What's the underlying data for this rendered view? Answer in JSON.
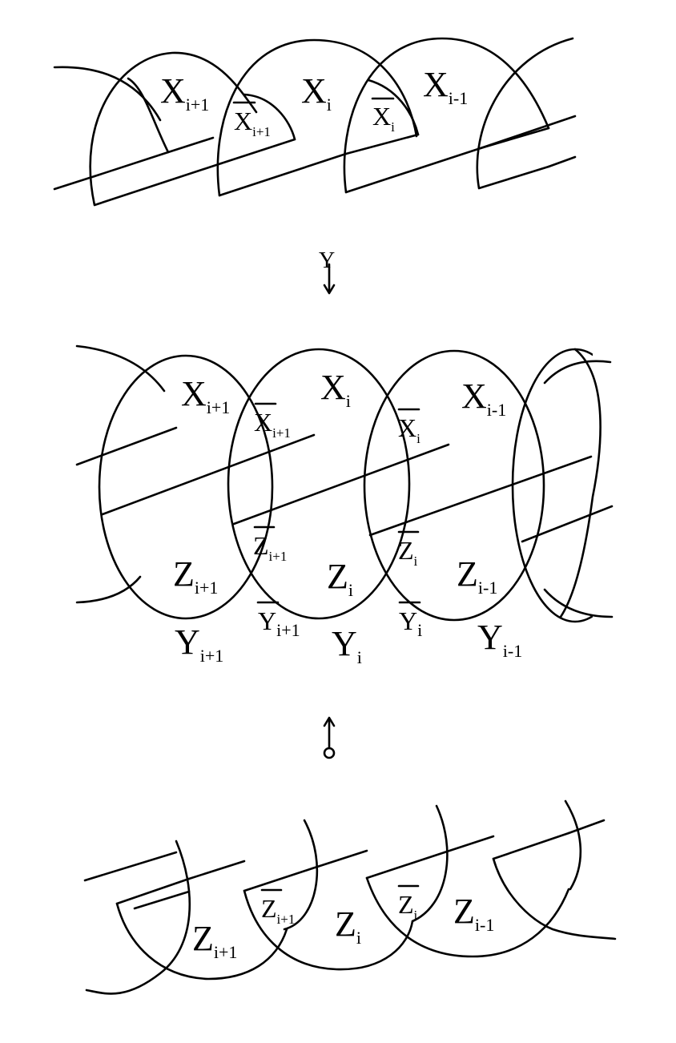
{
  "top": {
    "labels": [
      {
        "base": "X",
        "sub": "i+1",
        "bar": false
      },
      {
        "base": "X",
        "sub": "i+1",
        "bar": true
      },
      {
        "base": "X",
        "sub": "i",
        "bar": false
      },
      {
        "base": "X",
        "sub": "i",
        "bar": true
      },
      {
        "base": "X",
        "sub": "i-1",
        "bar": false
      }
    ]
  },
  "arrow_down": {
    "label": "Y"
  },
  "middle": {
    "labels": [
      {
        "base": "X",
        "sub": "i+1",
        "bar": false
      },
      {
        "base": "X",
        "sub": "i+1",
        "bar": true
      },
      {
        "base": "X",
        "sub": "i",
        "bar": false
      },
      {
        "base": "X",
        "sub": "i",
        "bar": true
      },
      {
        "base": "X",
        "sub": "i-1",
        "bar": false
      },
      {
        "base": "Z",
        "sub": "i+1",
        "bar": true
      },
      {
        "base": "Z",
        "sub": "i",
        "bar": true
      },
      {
        "base": "Z",
        "sub": "i+1",
        "bar": false
      },
      {
        "base": "Z",
        "sub": "i",
        "bar": false
      },
      {
        "base": "Z",
        "sub": "i-1",
        "bar": false
      },
      {
        "base": "Y",
        "sub": "i+1",
        "bar": true
      },
      {
        "base": "Y",
        "sub": "i",
        "bar": true
      },
      {
        "base": "Y",
        "sub": "i+1",
        "bar": false
      },
      {
        "base": "Y",
        "sub": "i",
        "bar": false
      },
      {
        "base": "Y",
        "sub": "i-1",
        "bar": false
      }
    ]
  },
  "bottom": {
    "labels": [
      {
        "base": "Z",
        "sub": "i+1",
        "bar": true
      },
      {
        "base": "Z",
        "sub": "i",
        "bar": true
      },
      {
        "base": "Z",
        "sub": "i+1",
        "bar": false
      },
      {
        "base": "Z",
        "sub": "i",
        "bar": false
      },
      {
        "base": "Z",
        "sub": "i-1",
        "bar": false
      }
    ]
  }
}
